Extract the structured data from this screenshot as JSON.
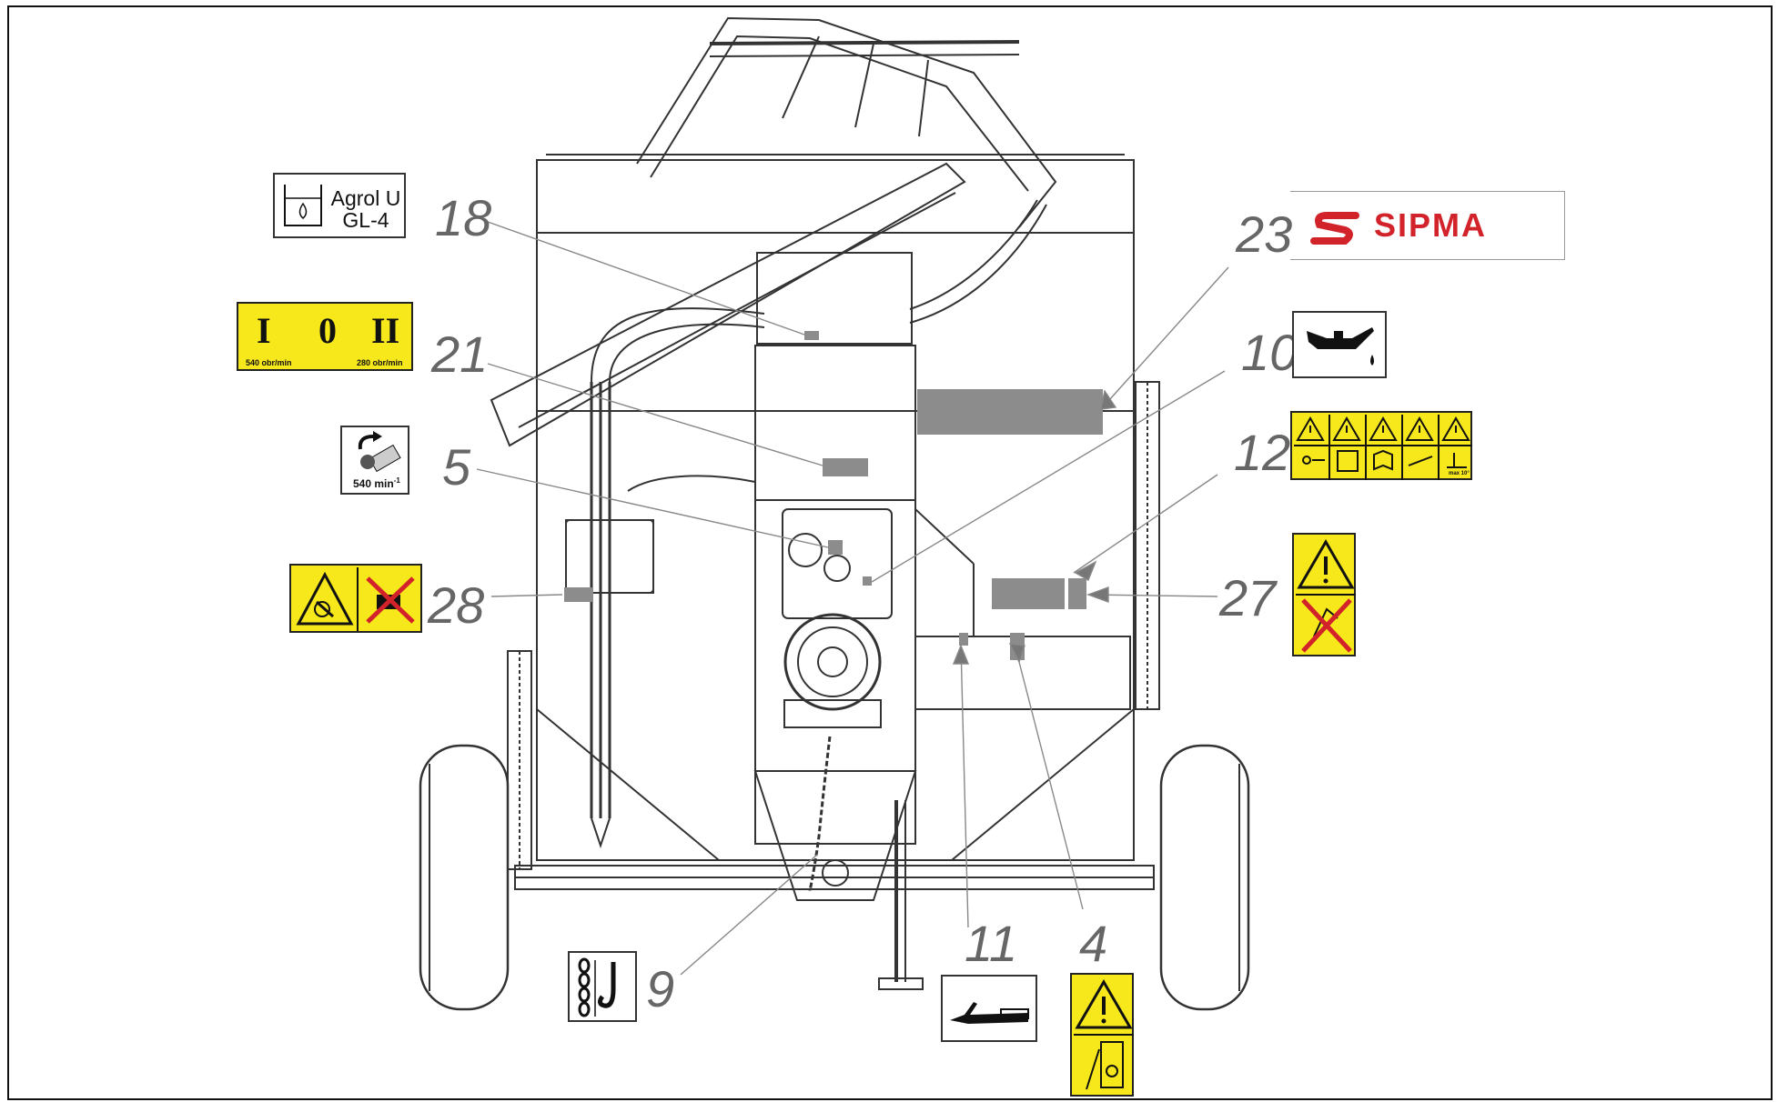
{
  "colors": {
    "warning_yellow": "#f6e81a",
    "brand_red": "#d2232a",
    "label_grey": "#8c8c8c",
    "callout_grey": "#666666",
    "line": "#333333"
  },
  "callouts": [
    "18",
    "21",
    "5",
    "28",
    "23",
    "10",
    "12",
    "27",
    "11",
    "4",
    "9"
  ],
  "decals": {
    "agrol": {
      "line1": "Agrol U",
      "line2": "GL-4",
      "icon": "oil-can-fill-icon"
    },
    "pto_switch": {
      "pos1": "I",
      "pos0": "0",
      "pos2": "II",
      "left_speed": "540 obr/min",
      "right_speed": "280 obr/min"
    },
    "pto_rotation": {
      "text": "540 min",
      "superscript": "-1",
      "icon": "rotation-arrow-icon"
    },
    "entanglement": {
      "icons": [
        "rotating-parts-warning-icon",
        "no-hands-icon"
      ]
    },
    "sipma": {
      "brand": "SIPMA",
      "icon": "sipma-logo-icon"
    },
    "oil": {
      "icon": "oil-can-icon"
    },
    "warning_strip": {
      "icons": [
        "warning-triangle-icon",
        "warning-triangle-icon",
        "warning-triangle-icon",
        "warning-triangle-icon",
        "warning-triangle-icon"
      ],
      "small_text": "max 10°"
    },
    "no_climb": {
      "icons": [
        "warning-triangle-icon",
        "no-climbing-icon"
      ]
    },
    "grease": {
      "icon": "grease-gun-icon"
    },
    "hazard_vertical": {
      "icons": [
        "warning-triangle-icon",
        "crush-hazard-icon"
      ]
    },
    "hook": {
      "icon": "chain-hook-icon"
    }
  }
}
